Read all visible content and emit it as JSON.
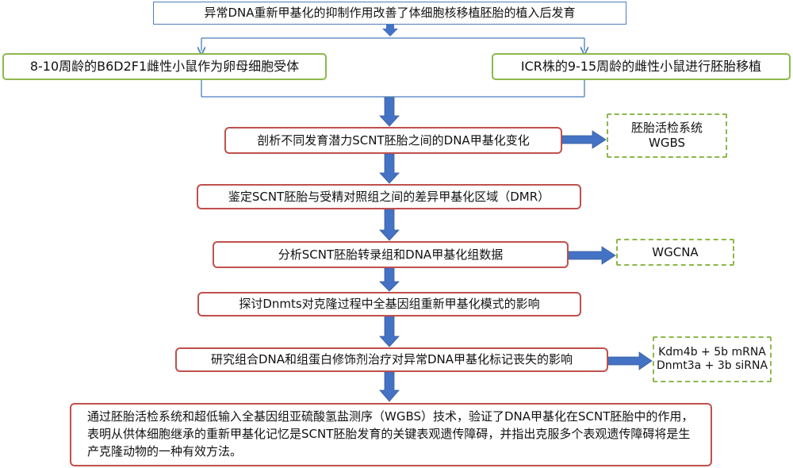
{
  "top": "异常DNA重新甲基化的抑制作用改善了体细胞核移植胚胎的植入后发育",
  "left_green": "8-10周龄的B6D2F1雌性小鼠作为卵母细胞受体",
  "right_green": "ICR株的9-15周龄的雌性小鼠进行胚胎移植",
  "steps": [
    "剖析不同发育潜力SCNT胚胎之间的DNA甲基化变化",
    "鉴定SCNT胚胎与受精对照组之间的差异甲基化区域（DMR）",
    "分析SCNT胚胎转录组和DNA甲基化组数据",
    "探讨Dnmts对克隆过程中全基因组重新甲基化模式的影响",
    "研究组合DNA和组蛋白修饰剂治疗对异常DNA甲基化标记丧失的影响"
  ],
  "side": {
    "s1_line1": "胚胎活检系统",
    "s1_line2": "WGBS",
    "s2": "WGCNA",
    "s3_line1": "Kdm4b + 5b mRNA",
    "s3_line2": "Dnmt3a + 3b siRNA"
  },
  "conclusion": "通过胚胎活检系统和超低输入全基因组亚硫酸氢盐测序（WGBS）技术，验证了DNA甲基化在SCNT胚胎中的作用，表明从供体细胞继承的重新甲基化记忆是SCNT胚胎发育的关键表观遗传障碍，并指出克服多个表观遗传障碍将是生产克隆动物的一种有效方法。",
  "colors": {
    "blue_border": "#4a7ebb",
    "green_border": "#8cb84b",
    "red_border": "#c0504d",
    "arrow_fill": "#4472c4"
  }
}
